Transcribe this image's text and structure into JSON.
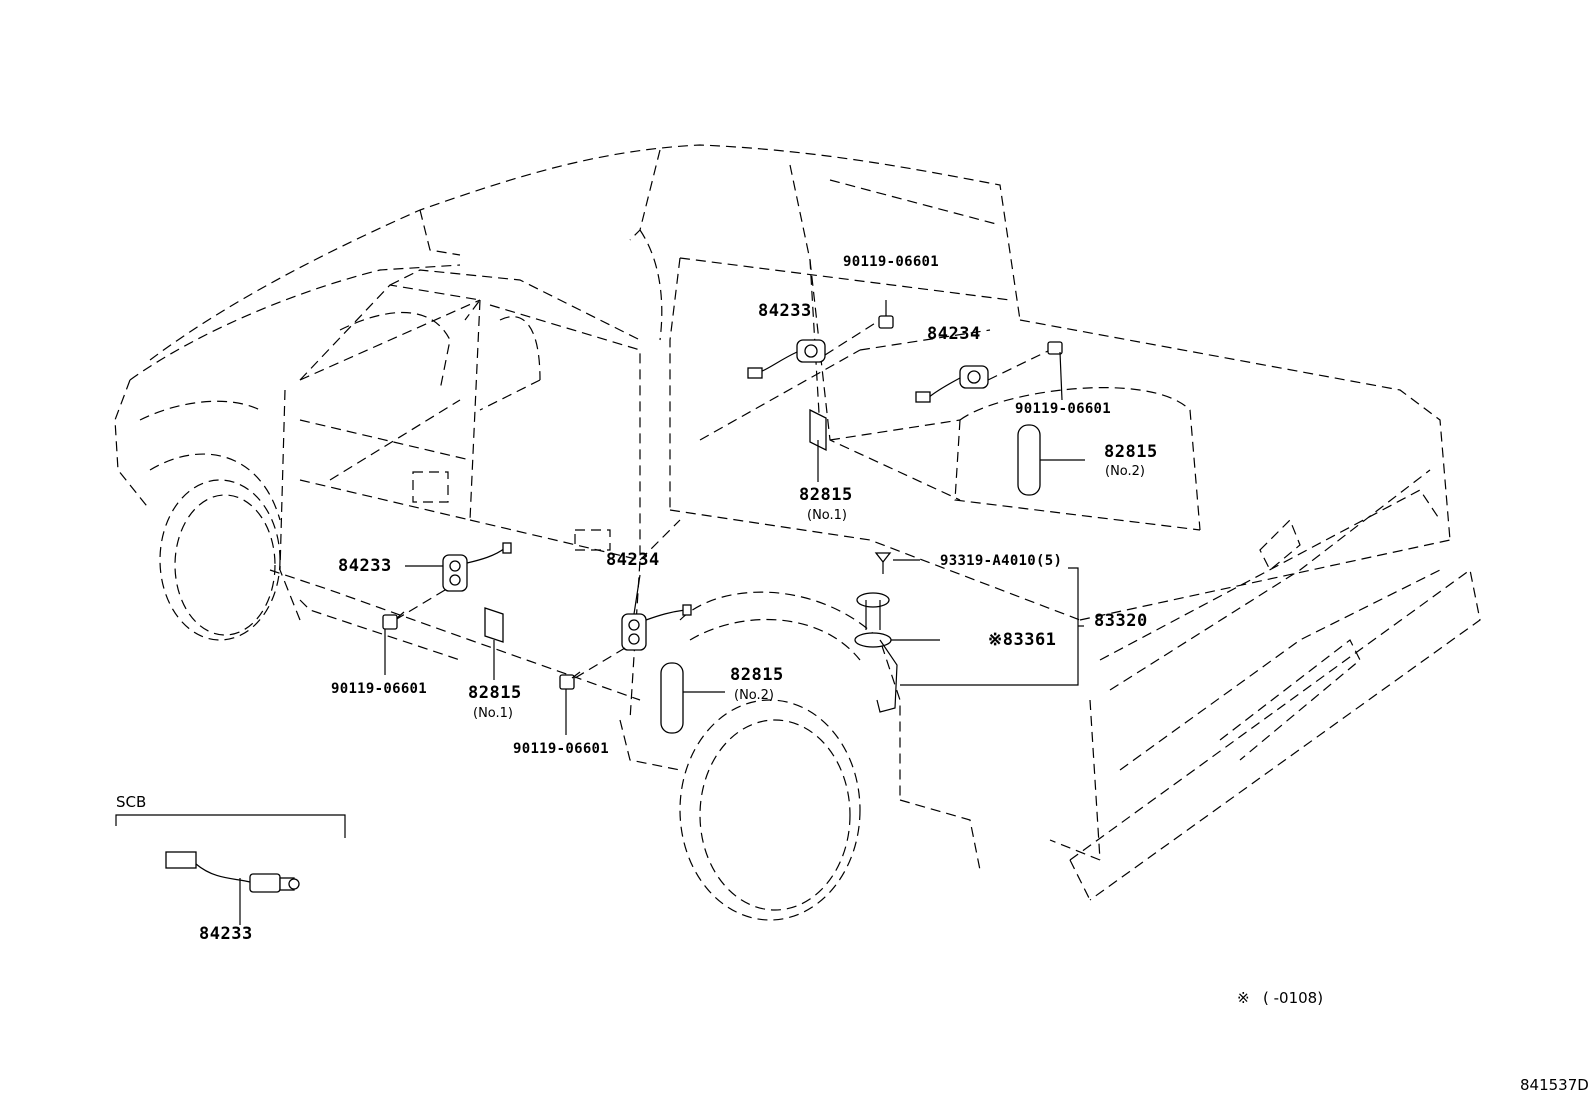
{
  "labels": {
    "bolt_top": "90119-06601",
    "sw_84233_top": "84233",
    "sw_84234_top": "84234",
    "bolt_right": "90119-06601",
    "pad_82815_top": "82815",
    "pad_82815_top_sub": "(No.1)",
    "pad_82815_right": "82815",
    "pad_82815_right_sub": "(No.2)",
    "screw_93319": "93319-A4010(5)",
    "gauge_83320": "83320",
    "sender_83361": "※83361",
    "sw_84233_front": "84233",
    "sw_84234_rear_door": "84234",
    "bolt_front": "90119-06601",
    "pad_82815_front": "82815",
    "pad_82815_front_sub": "(No.1)",
    "pad_82815_rear": "82815",
    "pad_82815_rear_sub": "(No.2)",
    "bolt_rear": "90119-06601",
    "scb_title": "SCB",
    "scb_part": "84233",
    "footnote_mark": "※",
    "footnote_text": "(      -0108)",
    "illustration_code": "841537D"
  }
}
